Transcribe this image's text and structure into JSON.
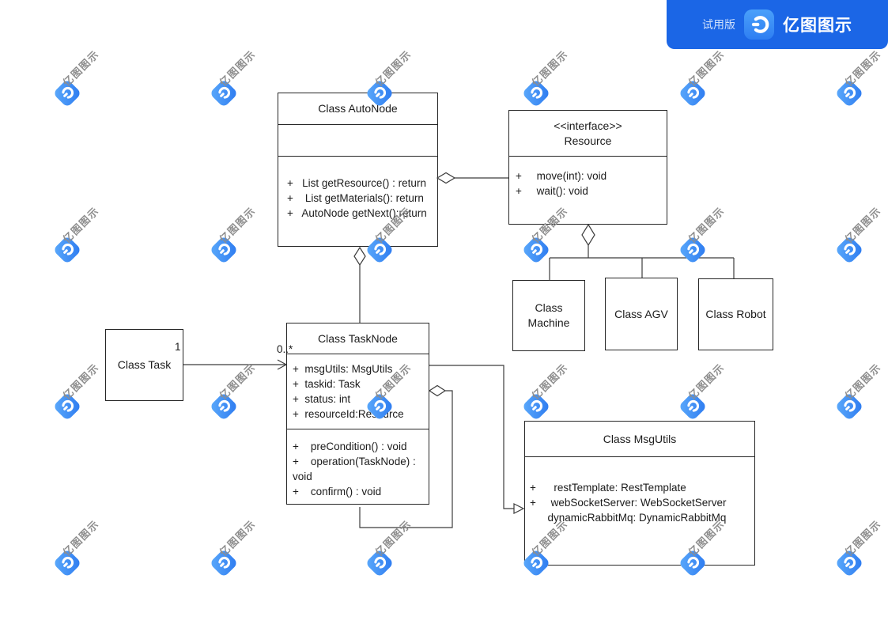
{
  "badge": {
    "trial_label": "试用版",
    "brand": "亿图图示"
  },
  "watermark": {
    "text": "亿图图示"
  },
  "colors": {
    "badge_bg": "#1b66e6",
    "logo_blue_light": "#4aa0fa",
    "logo_blue_dark": "#2e7ef2",
    "watermark_gray": "#8e8e8e",
    "line": "#3c3c3c",
    "box_border": "#262626"
  },
  "diagram": {
    "classes": {
      "autonode": {
        "title": "Class AutoNode",
        "methods": [
          "+   List getResource() : return",
          "+    List getMaterials(): return",
          "+   AutoNode getNext():return"
        ]
      },
      "resource": {
        "stereotype": "<<interface>>",
        "title": "Resource",
        "methods": [
          "+     move(int): void",
          "+     wait(): void"
        ]
      },
      "machine": {
        "title": "Class Machine"
      },
      "agv": {
        "title": "Class AGV"
      },
      "robot": {
        "title": "Class Robot"
      },
      "task": {
        "title": "Class Task"
      },
      "tasknode": {
        "title": "Class TaskNode",
        "attributes": [
          "+  msgUtils: MsgUtils",
          "+  taskid: Task",
          "+  status: int",
          "+  resourceId:Resource"
        ],
        "methods": [
          "+    preCondition() : void",
          "+    operation(TaskNode) :",
          "void",
          "+    confirm() : void"
        ]
      },
      "msgutils": {
        "title": "Class MsgUtils",
        "attributes": [
          "+      restTemplate: RestTemplate",
          "+     webSocketServer: WebSocketServer",
          "      dynamicRabbitMq: DynamicRabbitMq"
        ]
      }
    },
    "labels": {
      "task_multiplicity": "1",
      "tasknode_multiplicity": "0..*"
    }
  }
}
